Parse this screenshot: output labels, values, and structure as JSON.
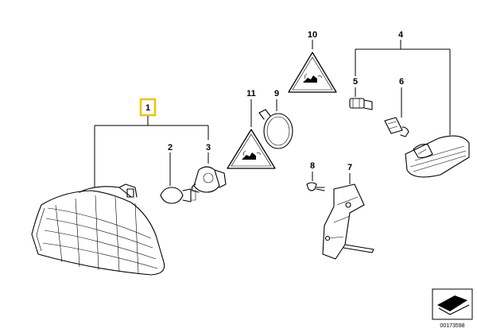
{
  "callouts": {
    "c1": "1",
    "c2": "2",
    "c3": "3",
    "c4": "4",
    "c5": "5",
    "c6": "6",
    "c7": "7",
    "c8": "8",
    "c9": "9",
    "c10": "10",
    "c11": "11"
  },
  "catalog_number": "00173598",
  "colors": {
    "line": "#000000",
    "highlight": "#f2c200",
    "background": "#ffffff"
  },
  "icons": [
    "warning-triangle-icon",
    "catalog-arrow-icon"
  ]
}
